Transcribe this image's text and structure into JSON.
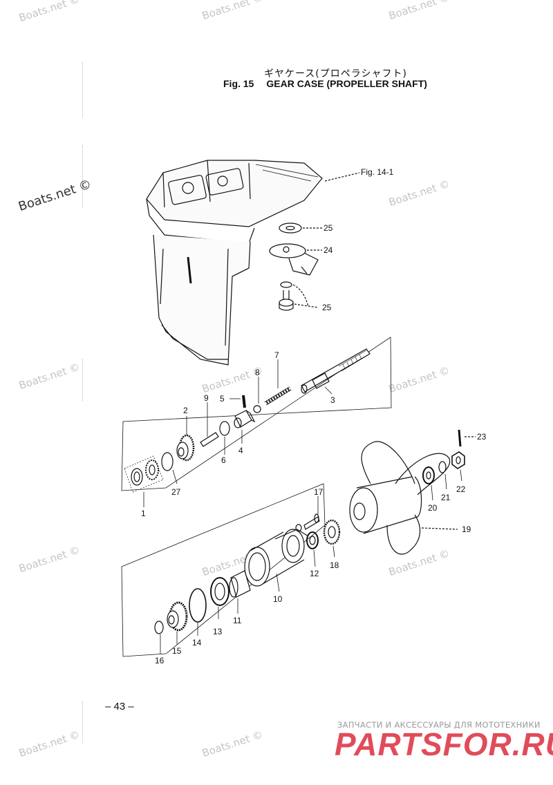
{
  "title_jp": "ギヤケース(プロペラシャフト)",
  "fig_label": "Fig. 15",
  "title_en": "GEAR CASE (PROPELLER SHAFT)",
  "ref_label": "Fig. 14-1",
  "page_number": "– 43 –",
  "watermark": "Boats.net ©",
  "footer_tagline": "ЗАПЧАСТИ И АКСЕССУАРЫ ДЛЯ МОТОТЕХНИКИ",
  "footer_logo": "PARTSFOR.RU",
  "colors": {
    "line": "#111111",
    "watermark": "#c4c4c4",
    "logo": "#e14c5a"
  },
  "callouts": {
    "c1": "1",
    "c2": "2",
    "c3": "3",
    "c4": "4",
    "c5": "5",
    "c6": "6",
    "c7": "7",
    "c8": "8",
    "c9": "9",
    "c10": "10",
    "c11": "11",
    "c12": "12",
    "c13": "13",
    "c14": "14",
    "c15": "15",
    "c16": "16",
    "c17": "17",
    "c18": "18",
    "c19": "19",
    "c20": "20",
    "c21": "21",
    "c22": "22",
    "c23": "23",
    "c24": "24",
    "c25a": "25",
    "c25b": "25",
    "c27": "27"
  }
}
